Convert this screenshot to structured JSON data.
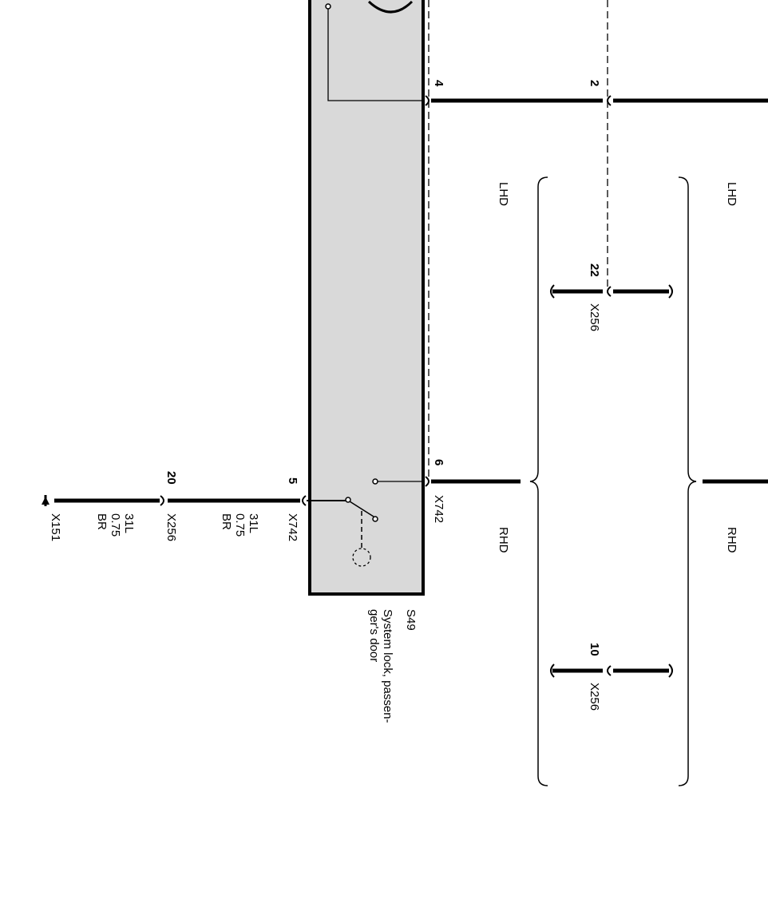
{
  "component": {
    "id": "S49",
    "name_line1": "System  lock,  passen-",
    "name_line2": "ger's door"
  },
  "pins": {
    "p4": "4",
    "p2": "2",
    "p22": "22",
    "p6": "6",
    "p10": "10",
    "p5": "5",
    "p20": "20"
  },
  "connectors": {
    "x742_a": "X742",
    "x742_b": "X742",
    "x256_a": "X256",
    "x256_b": "X256",
    "x256_c": "X256",
    "x151": "X151"
  },
  "wire_a": {
    "signal": "31L",
    "size": "0.75",
    "color": "BR"
  },
  "wire_b": {
    "signal": "31L",
    "size": "0.75",
    "color": "BR"
  },
  "variants": {
    "lhd_1": "LHD",
    "lhd_2": "LHD",
    "rhd_1": "RHD",
    "rhd_2": "RHD"
  }
}
